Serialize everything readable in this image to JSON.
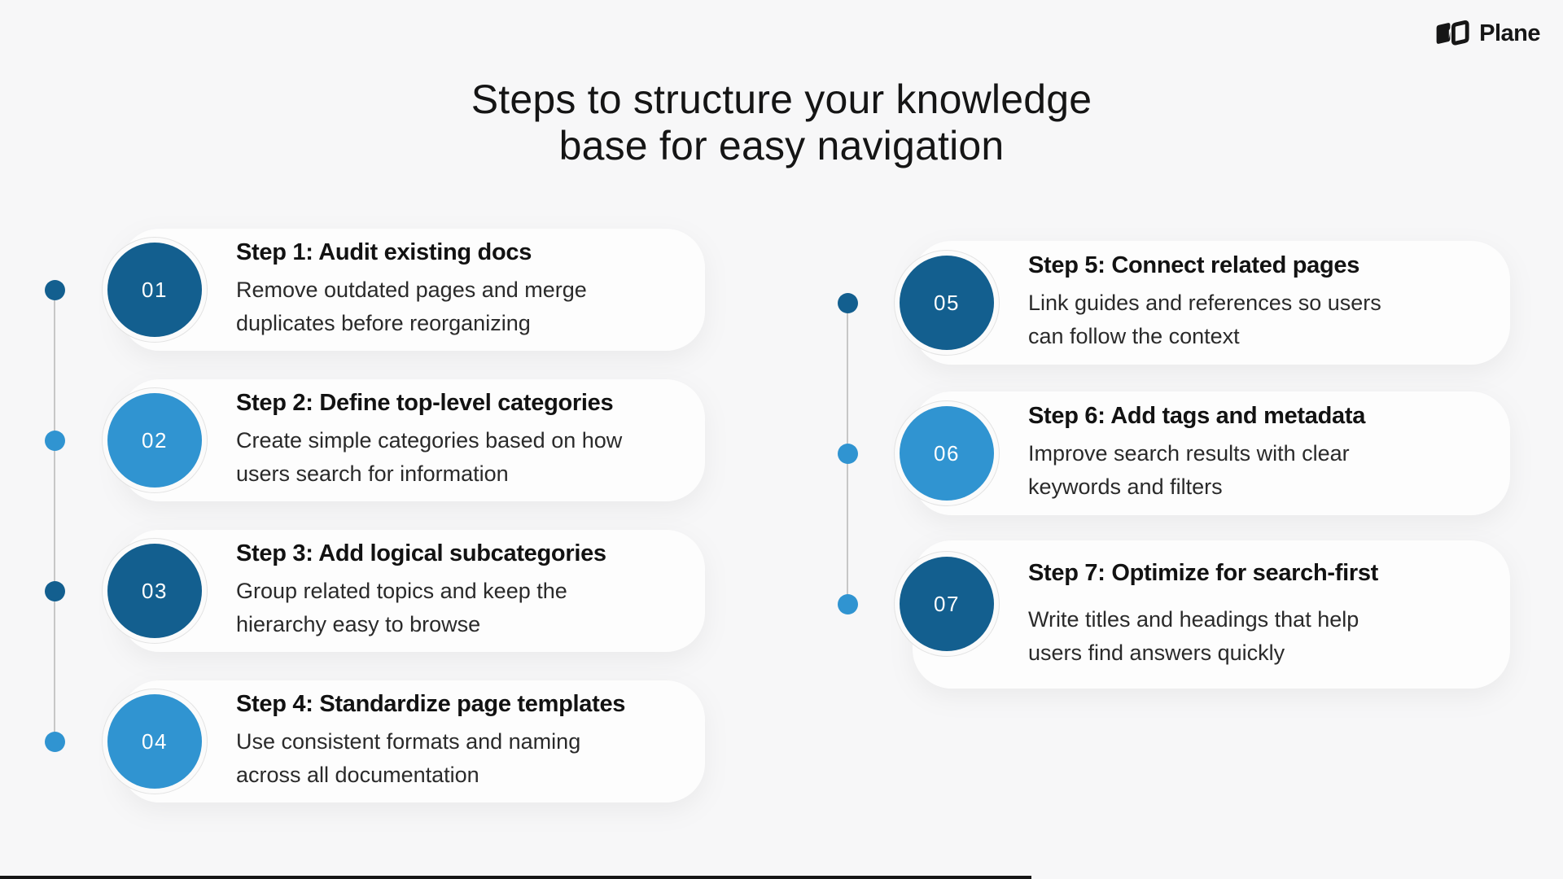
{
  "logo": {
    "text": "Plane",
    "mark": "plane-logo-mark"
  },
  "title": {
    "line1": "Steps to structure your knowledge",
    "line2": "base for easy navigation"
  },
  "colors": {
    "background": "#f7f7f8",
    "card": "#fdfdfd",
    "dark_blue": "#135f8f",
    "light_blue": "#3094d1",
    "timeline_line": "#c7c7c7"
  },
  "steps": [
    {
      "number": "01",
      "tone": "dark",
      "dot_tone": "dark",
      "title": "Step 1: Audit existing docs",
      "desc_lines": [
        "Remove outdated pages and merge",
        "duplicates before reorganizing"
      ]
    },
    {
      "number": "02",
      "tone": "light",
      "dot_tone": "light",
      "title": "Step 2: Define top-level categories",
      "desc_lines": [
        "Create simple categories based on how",
        "users search for information"
      ]
    },
    {
      "number": "03",
      "tone": "dark",
      "dot_tone": "dark",
      "title": "Step 3: Add logical subcategories",
      "desc_lines": [
        "Group related topics and keep the",
        "hierarchy easy to browse"
      ]
    },
    {
      "number": "04",
      "tone": "light",
      "dot_tone": "light",
      "title": "Step 4: Standardize page templates",
      "desc_lines": [
        "Use consistent formats and naming",
        "across all documentation"
      ]
    },
    {
      "number": "05",
      "tone": "dark",
      "dot_tone": "dark",
      "title": "Step 5: Connect related pages",
      "desc_lines": [
        "Link guides and references so users",
        "can follow the context"
      ]
    },
    {
      "number": "06",
      "tone": "light",
      "dot_tone": "light",
      "title": "Step 6: Add tags and metadata",
      "desc_lines": [
        "Improve search results with clear",
        "keywords and filters"
      ]
    },
    {
      "number": "07",
      "tone": "dark",
      "dot_tone": "light",
      "title": "Step 7: Optimize for search-first",
      "desc_lines": [
        "Write titles and headings that help",
        "users find answers quickly"
      ]
    }
  ],
  "progress_bar": {
    "fraction": 0.66
  }
}
